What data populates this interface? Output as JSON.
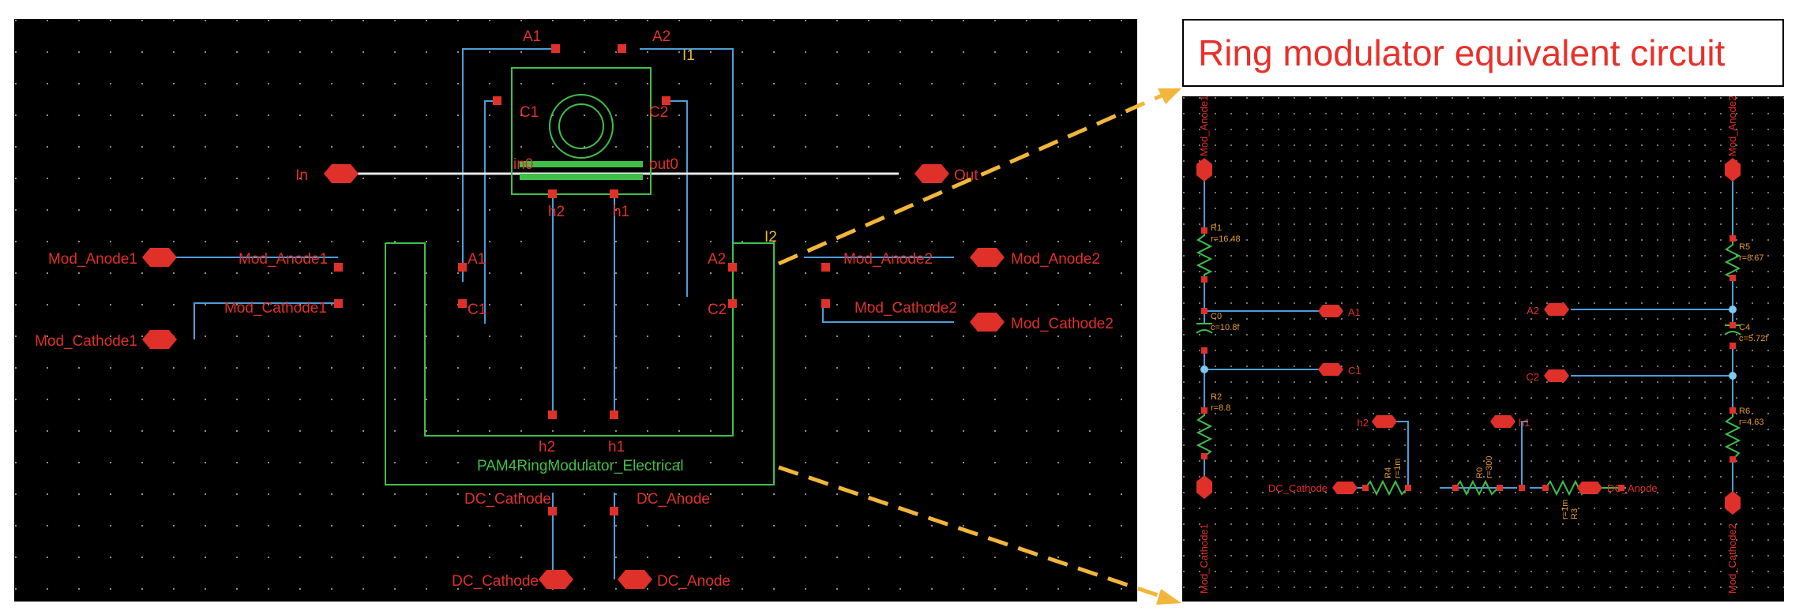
{
  "title": "Ring modulator equivalent circuit",
  "left": {
    "pins_top": {
      "a1": "A1",
      "a2": "A2",
      "inst": "I1",
      "c1": "C1",
      "c2": "C2",
      "in0": "in0",
      "out0": "out0",
      "h2": "h2",
      "h1": "h1"
    },
    "ports": {
      "in": "In",
      "out": "Out",
      "mod_anode1": "Mod_Anode1",
      "mod_cathode1": "Mod_Cathode1",
      "mod_anode2": "Mod_Anode2",
      "mod_cathode2": "Mod_Cathode2",
      "dc_cathode": "DC_Cathode",
      "dc_anode": "DC_Anode"
    },
    "block": {
      "inst": "I2",
      "name": "PAM4RingModulator_Electrical",
      "pin_mod_anode1": "Mod_Anode1",
      "pin_mod_cathode1": "Mod_Cathode1",
      "pin_a1": "A1",
      "pin_c1": "C1",
      "pin_a2": "A2",
      "pin_c2": "C2",
      "pin_mod_anode2": "Mod_Anode2",
      "pin_mod_cathode2": "Mod_Cathode2",
      "pin_h2": "h2",
      "pin_h1": "h1",
      "pin_dc_cathode": "DC_Cathode",
      "pin_dc_anode": "DC_Anode"
    }
  },
  "right": {
    "mod_anode1": "Mod_Anode1",
    "mod_anode2": "Mod_Anode2",
    "mod_cathode1": "Mod_Cathode1",
    "mod_cathode2": "Mod_Cathode2",
    "r1": {
      "name": "R1",
      "value": "r=16.48"
    },
    "r5": {
      "name": "R5",
      "value": "r=8.67"
    },
    "c0": {
      "name": "C0",
      "value": "c=10.8f"
    },
    "c4": {
      "name": "C4",
      "value": "c=5.72f"
    },
    "r2": {
      "name": "R2",
      "value": "r=8.8"
    },
    "r6": {
      "name": "R6",
      "value": "r=4.63"
    },
    "r4": {
      "name": "R4",
      "value": "r=1m"
    },
    "r0": {
      "name": "R0",
      "value": "r=300"
    },
    "r3": {
      "name": "R3",
      "value": "r=1m"
    },
    "a1": "A1",
    "c1": "C1",
    "a2": "A2",
    "c2": "C2",
    "h2": "h2",
    "h1": "h1",
    "dc_cathode": "DC_Cathode",
    "dc_anode": "DC_Anode"
  },
  "colors": {
    "wire": "#4a9fd8",
    "pin": "#e0302a",
    "label": "#e0302a",
    "ring": "#3fbf4a",
    "arrow": "#f2b63a",
    "title": "#e8302a"
  }
}
